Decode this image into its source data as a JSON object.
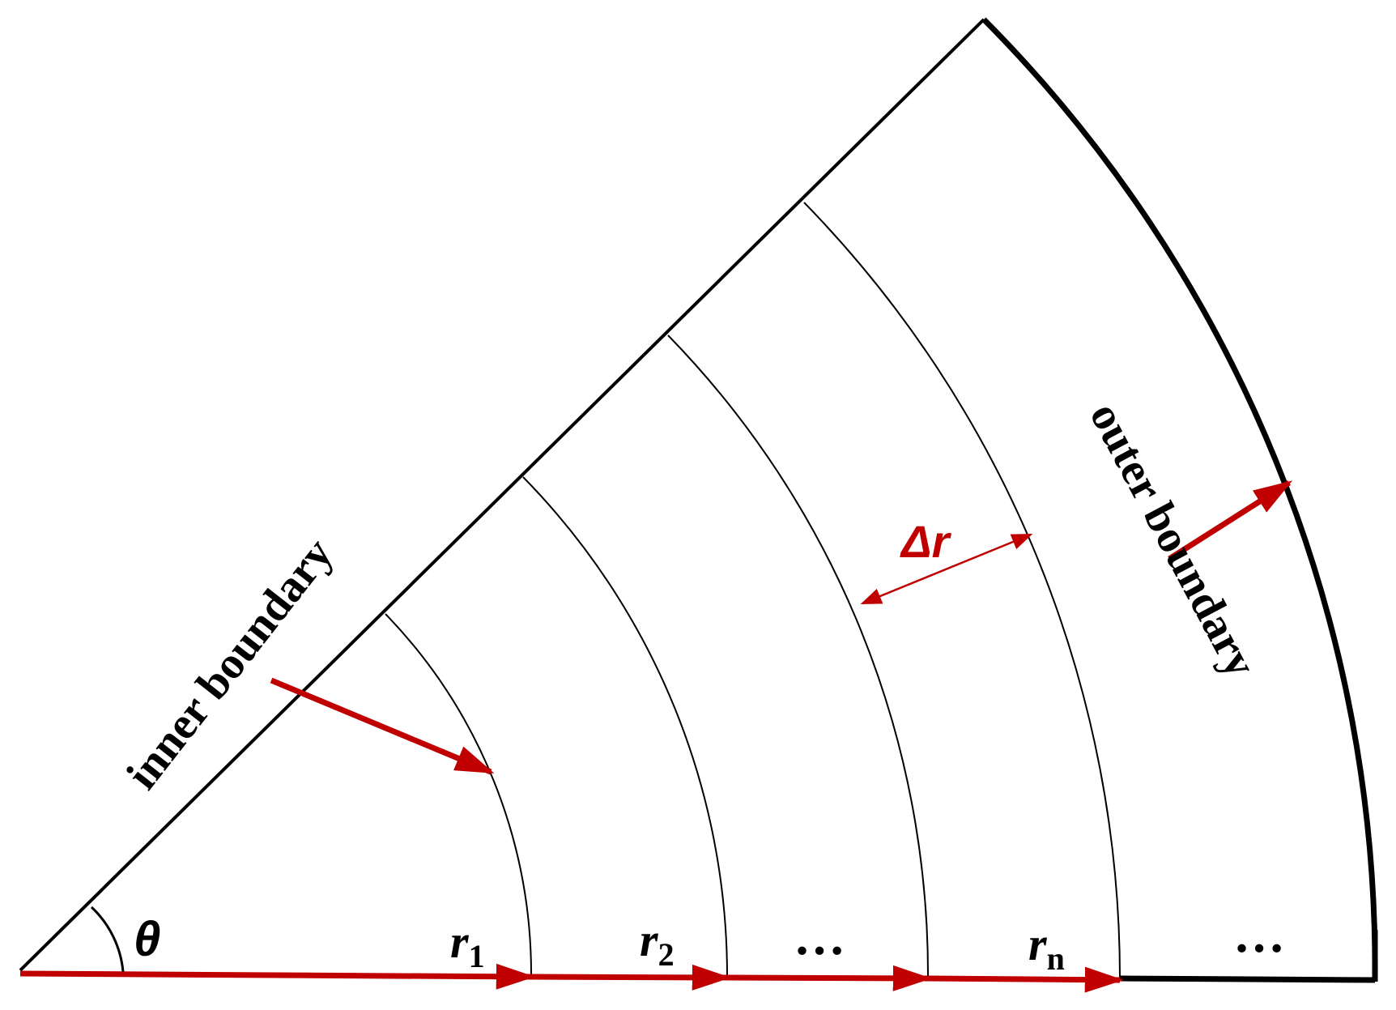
{
  "labels": {
    "inner_boundary": "inner boundary",
    "outer_boundary": "outer boundary",
    "theta": "θ",
    "delta_r": "Δr",
    "r1_base": "r",
    "r1_sub": "1",
    "r2_base": "r",
    "r2_sub": "2",
    "rn_base": "r",
    "rn_sub": "n",
    "ellipsis_1": "…",
    "ellipsis_2": "…"
  },
  "colors": {
    "arrow": "#c00000",
    "stroke": "#000000",
    "background": "#ffffff"
  }
}
